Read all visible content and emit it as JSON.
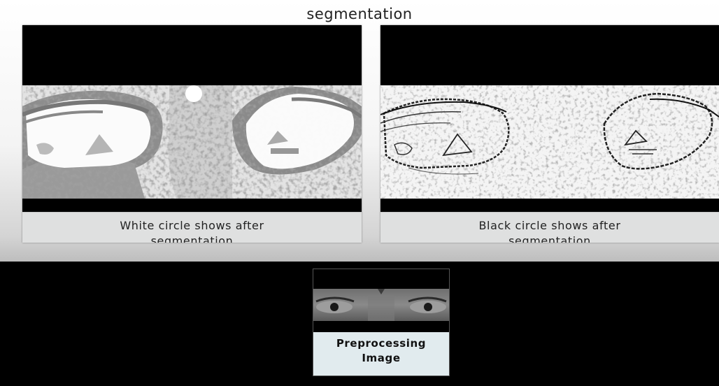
{
  "slide": {
    "title": "segmentation"
  },
  "panels": [
    {
      "caption_line1": "White circle shows after",
      "caption_line2": "segmentation"
    },
    {
      "caption_line1": "Black circle shows after",
      "caption_line2": "segmentation"
    }
  ],
  "preprocessing": {
    "caption_line1": "Preprocessing",
    "caption_line2": "Image"
  }
}
